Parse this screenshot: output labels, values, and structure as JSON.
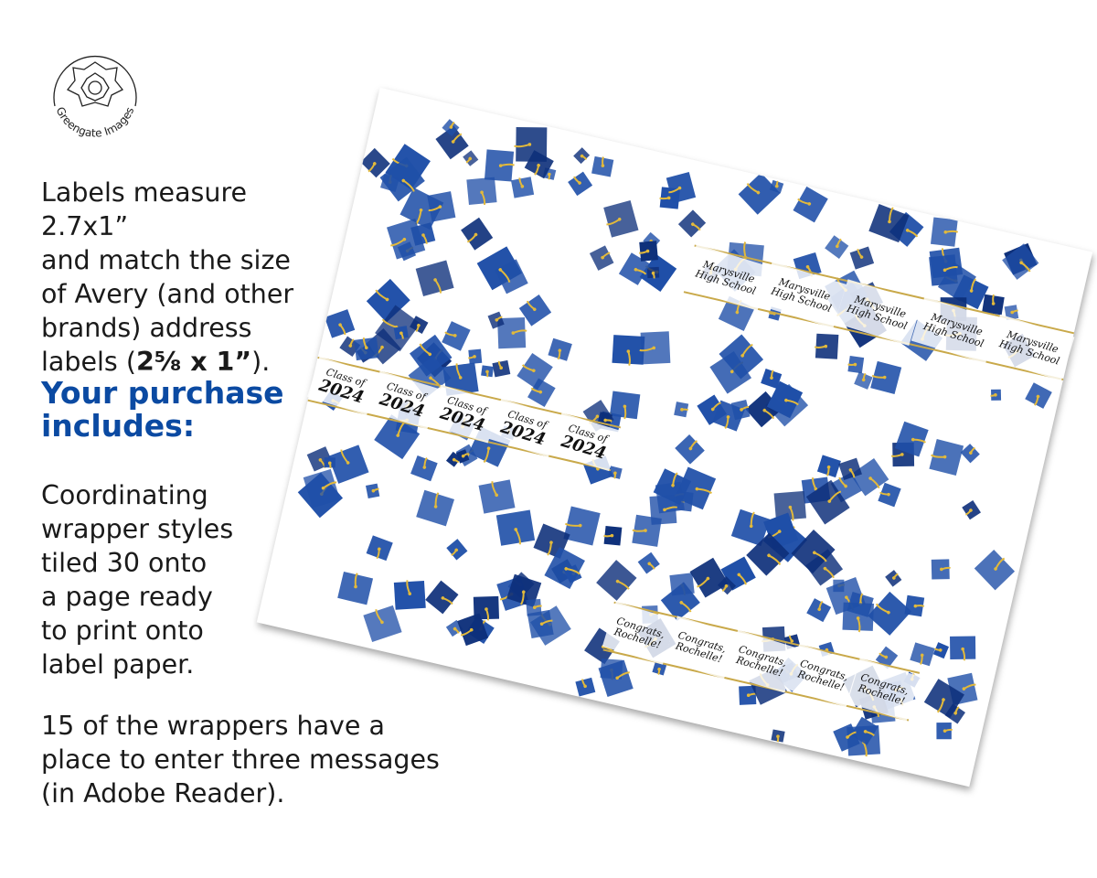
{
  "logo": {
    "text": "Greengate Images"
  },
  "intro": {
    "lines": [
      "Labels measure 2.7x1”",
      "and match the size",
      "of Avery (and other",
      "brands) address"
    ],
    "last_prefix": "labels (",
    "last_bold": "2⅝ x 1”",
    "last_suffix": ")."
  },
  "heading": {
    "lines": [
      "Your purchase",
      "includes:"
    ]
  },
  "includes": {
    "lines": [
      "Coordinating",
      "wrapper styles",
      "tiled 30 onto",
      "a page ready",
      "to print onto",
      "label paper."
    ]
  },
  "messages": {
    "lines": [
      "15 of the wrappers have a",
      "place to enter three messages",
      "(in Adobe Reader)."
    ]
  },
  "sheet": {
    "colors": {
      "cap": "#1f4fa8",
      "cap_dark": "#0d2f7a",
      "tassel": "#e2b93b",
      "heading": "#0b4aa2"
    },
    "class_labels": [
      {
        "line1": "Class of",
        "line2": "2024"
      },
      {
        "line1": "Class of",
        "line2": "2024"
      },
      {
        "line1": "Class of",
        "line2": "2024"
      },
      {
        "line1": "Class of",
        "line2": "2024"
      },
      {
        "line1": "Class of",
        "line2": "2024"
      }
    ],
    "school_labels": [
      {
        "line1": "Marysville",
        "line2": "High School"
      },
      {
        "line1": "Marysville",
        "line2": "High School"
      },
      {
        "line1": "Marysville",
        "line2": "High School"
      },
      {
        "line1": "Marysville",
        "line2": "High School"
      },
      {
        "line1": "Marysville",
        "line2": "High School"
      }
    ],
    "congrats_labels": [
      {
        "line1": "Congrats,",
        "line2": "Rochelle!"
      },
      {
        "line1": "Congrats,",
        "line2": "Rochelle!"
      },
      {
        "line1": "Congrats,",
        "line2": "Rochelle!"
      },
      {
        "line1": "Congrats,",
        "line2": "Rochelle!"
      },
      {
        "line1": "Congrats,",
        "line2": "Rochelle!"
      }
    ]
  }
}
